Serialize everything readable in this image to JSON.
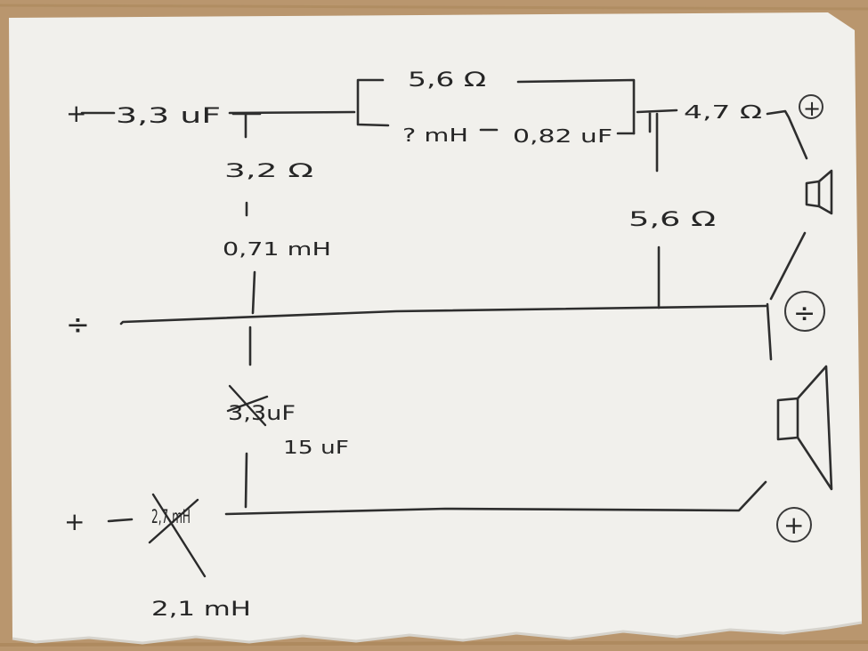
{
  "colors": {
    "table": "#b9966e",
    "paper": "#f1f0ec",
    "ink": "#262626"
  },
  "labels": {
    "input_plus_top": "+",
    "cap_33": "3,3 uF",
    "res_56_top": "5,6 Ω",
    "inductor_unknown": "? mH",
    "cap_082": "0,82 uF",
    "res_47": "4,7 Ω",
    "res_32": "3,2 Ω",
    "inductor_071": "0,71 mH",
    "res_56_right": "5,6 Ω",
    "input_minus": "÷",
    "tweeter_plus": "+",
    "tweeter_minus": "÷",
    "cap_33_struck": "3,3uF",
    "cap_15": "15 uF",
    "input_plus_bottom": "+",
    "inductor_27_struck": "2,7 mH",
    "inductor_21": "2,1 mH",
    "woofer_plus": "+"
  },
  "icons": [
    "tweeter-speaker-icon",
    "woofer-speaker-icon"
  ]
}
